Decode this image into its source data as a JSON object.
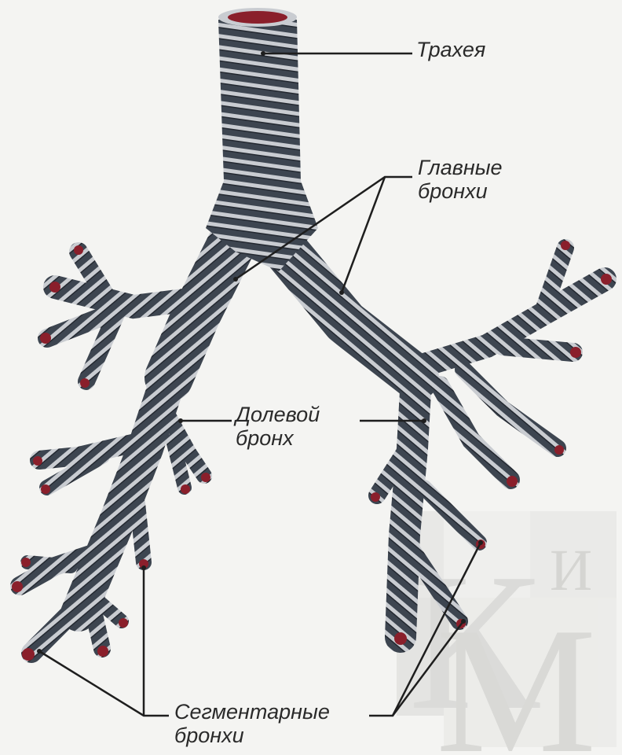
{
  "labels": {
    "trachea": "Трахея",
    "main_bronchi": [
      "Главные",
      "бронхи"
    ],
    "lobar_bronchus": [
      "Долевой",
      "бронх"
    ],
    "segmental_bronchi": [
      "Сегментарные",
      "бронхи"
    ]
  },
  "watermark": [
    "К",
    "И",
    "М"
  ],
  "colors": {
    "background": "#f4f4f2",
    "tube_dark": "#3d4550",
    "cartilage_ring": "#c9ccd1",
    "lumen": "#8a1f2b",
    "leader_line": "#1e1e1e",
    "label_text": "#2a2a2a",
    "watermark": "#cfcfcc"
  }
}
